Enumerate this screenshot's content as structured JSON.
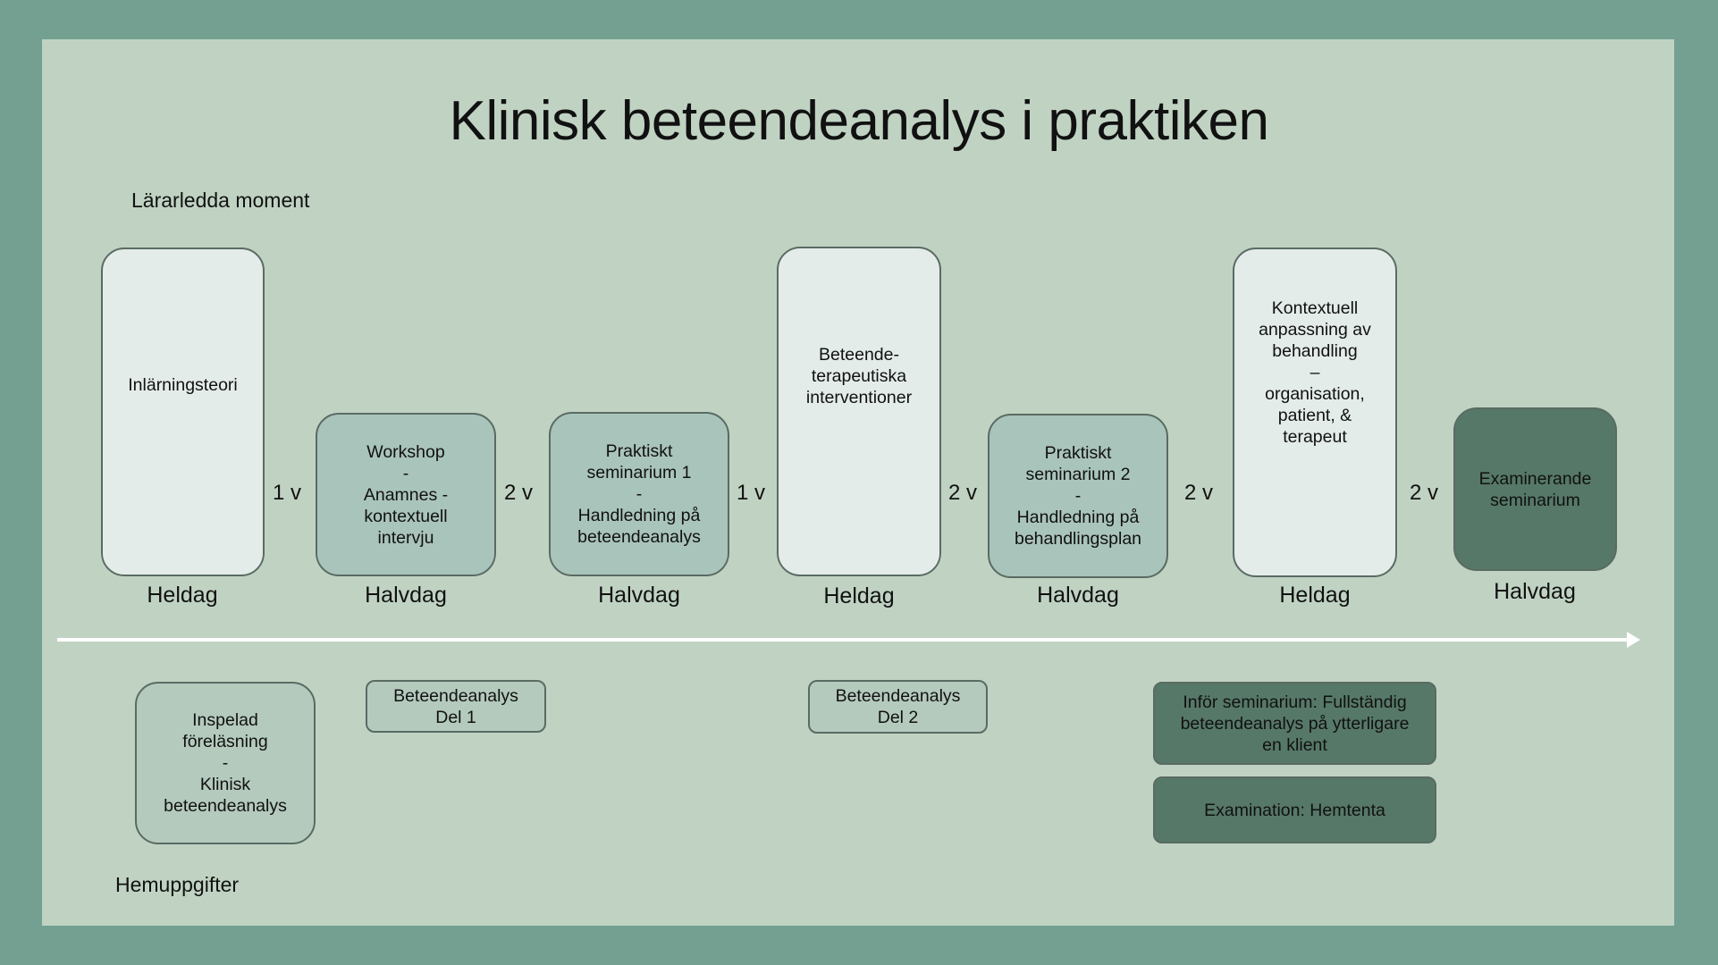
{
  "title": "Klinisk beteendeanalys i praktiken",
  "sections": {
    "teacher_led": "Lärarledda moment",
    "homework": "Hemuppgifter"
  },
  "colors": {
    "frame": "#73a090",
    "background": "#c0d3c3",
    "light_box": "#e3ece8",
    "mid_box": "#a9c4bb",
    "dark_box": "#567868"
  },
  "sessions": [
    {
      "text": "Inlärningsteori",
      "duration": "Heldag"
    },
    {
      "text": "Workshop\n-\nAnamnes -\nkontextuell\nintervju",
      "duration": "Halvdag"
    },
    {
      "text": "Praktiskt\nseminarium 1\n-\nHandledning på\nbeteendeanalys",
      "duration": "Halvdag"
    },
    {
      "text": "Beteende-\nterapeutiska\ninterventioner",
      "duration": "Heldag"
    },
    {
      "text": "Praktiskt\nseminarium 2\n-\nHandledning på\nbehandlingsplan",
      "duration": "Halvdag"
    },
    {
      "text": "Kontextuell\nanpassning av\nbehandling\n–\norganisation,\npatient, &\nterapeut",
      "duration": "Heldag"
    },
    {
      "text": "Examinerande\nseminarium",
      "duration": "Halvdag"
    }
  ],
  "gaps": [
    "1 v",
    "2 v",
    "1 v",
    "2 v",
    "2 v",
    "2 v"
  ],
  "homework": [
    {
      "text": "Inspelad\nföreläsning\n-\nKlinisk\nbeteendeanalys"
    },
    {
      "text": "Beteendeanalys\nDel 1"
    },
    {
      "text": "Beteendeanalys\nDel 2"
    },
    {
      "text": "Inför seminarium: Fullständig\nbeteendeanalys på ytterligare\nen klient"
    },
    {
      "text": "Examination: Hemtenta"
    }
  ]
}
